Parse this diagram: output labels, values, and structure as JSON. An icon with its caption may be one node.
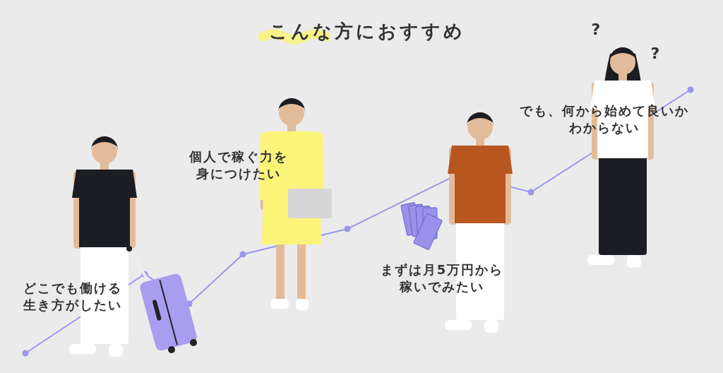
{
  "diagram": {
    "title": "こんな方におすすめ",
    "labels": [
      "?",
      "?",
      "でも、何から始めて良いかわからない",
      "個人で稼ぐ力を身につけたい",
      "まずは月5万円から稼いでみたい",
      "どこでも働ける生き方がしたい"
    ]
  }
}
